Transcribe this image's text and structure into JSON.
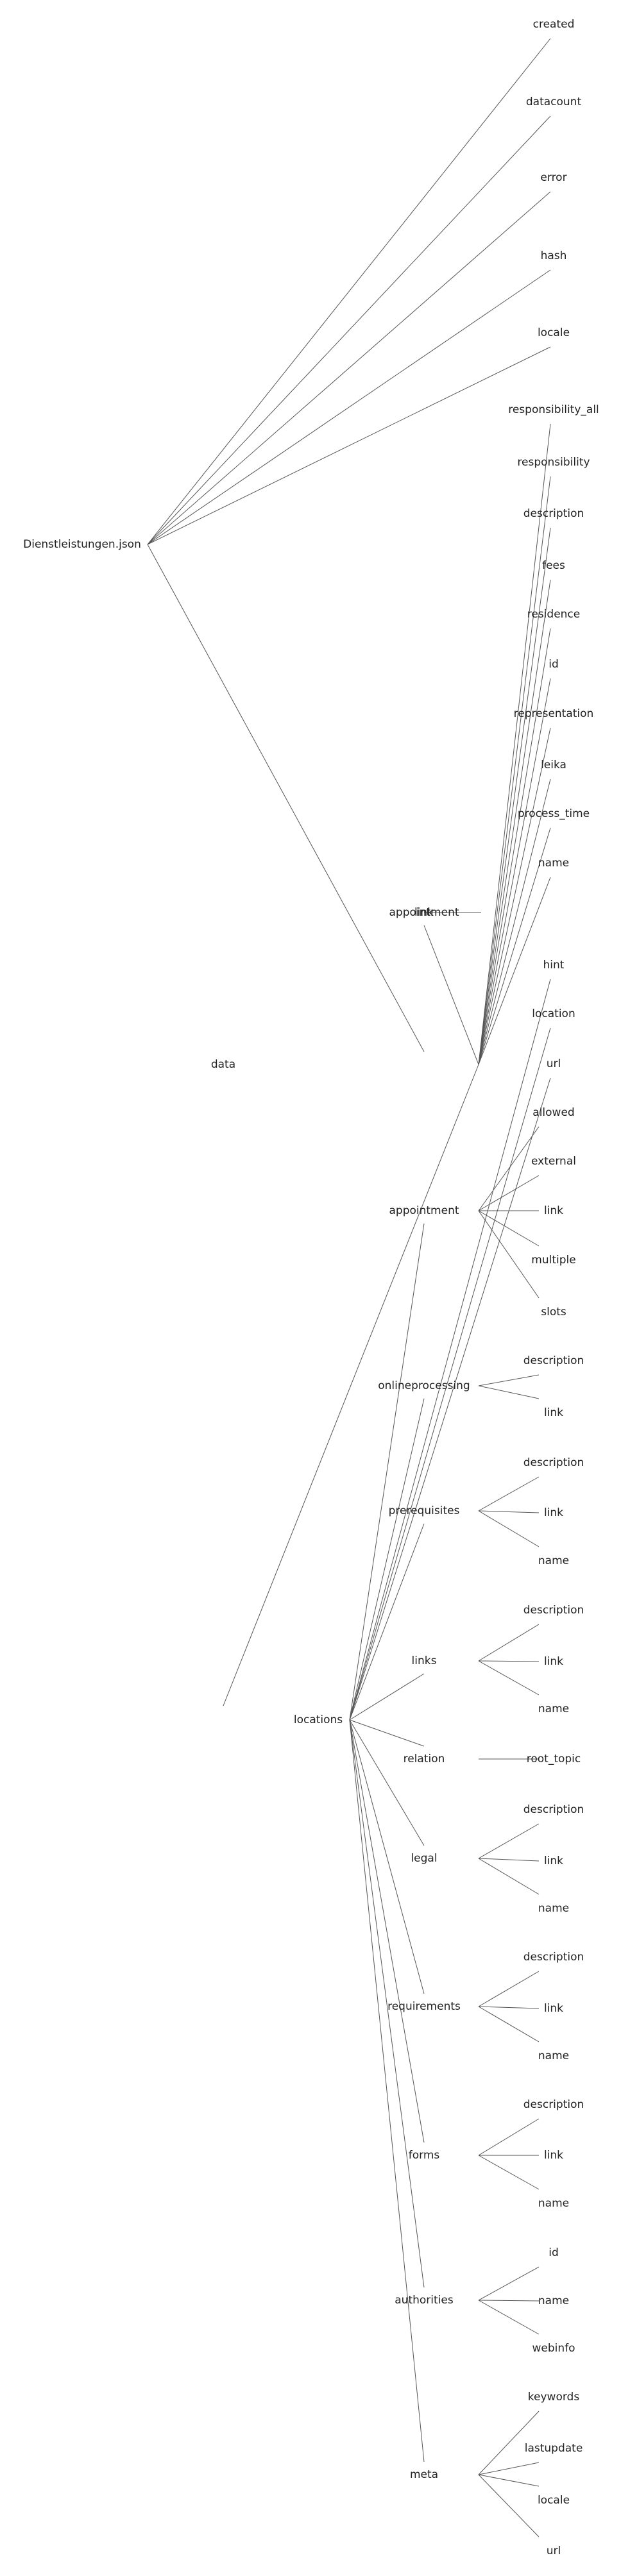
{
  "colors": {
    "edge": "#555555",
    "text": "#222222",
    "background": "#ffffff"
  },
  "tree": {
    "label": "Dienstleistungen.json",
    "children": [
      {
        "label": "created"
      },
      {
        "label": "datacount"
      },
      {
        "label": "error"
      },
      {
        "label": "hash"
      },
      {
        "label": "locale"
      },
      {
        "label": "data",
        "children": [
          {
            "label": "responsibility_all"
          },
          {
            "label": "responsibility"
          },
          {
            "label": "description"
          },
          {
            "label": "fees"
          },
          {
            "label": "residence"
          },
          {
            "label": "id"
          },
          {
            "label": "representation"
          },
          {
            "label": "leika"
          },
          {
            "label": "process_time"
          },
          {
            "label": "name"
          },
          {
            "label": "appointment",
            "children": [
              {
                "label": "link"
              }
            ]
          },
          {
            "label": "locations",
            "children": [
              {
                "label": "hint"
              },
              {
                "label": "location"
              },
              {
                "label": "url"
              },
              {
                "label": "appointment",
                "children": [
                  {
                    "label": "allowed"
                  },
                  {
                    "label": "external"
                  },
                  {
                    "label": "link"
                  },
                  {
                    "label": "multiple"
                  },
                  {
                    "label": "slots"
                  }
                ]
              },
              {
                "label": "onlineprocessing",
                "children": [
                  {
                    "label": "description"
                  },
                  {
                    "label": "link"
                  }
                ]
              },
              {
                "label": "prerequisites",
                "children": [
                  {
                    "label": "description"
                  },
                  {
                    "label": "link"
                  },
                  {
                    "label": "name"
                  }
                ]
              },
              {
                "label": "links",
                "children": [
                  {
                    "label": "description"
                  },
                  {
                    "label": "link"
                  },
                  {
                    "label": "name"
                  }
                ]
              },
              {
                "label": "relation",
                "children": [
                  {
                    "label": "root_topic"
                  }
                ]
              },
              {
                "label": "legal",
                "children": [
                  {
                    "label": "description"
                  },
                  {
                    "label": "link"
                  },
                  {
                    "label": "name"
                  }
                ]
              },
              {
                "label": "requirements",
                "children": [
                  {
                    "label": "description"
                  },
                  {
                    "label": "link"
                  },
                  {
                    "label": "name"
                  }
                ]
              },
              {
                "label": "forms",
                "children": [
                  {
                    "label": "description"
                  },
                  {
                    "label": "link"
                  },
                  {
                    "label": "name"
                  }
                ]
              },
              {
                "label": "authorities",
                "children": [
                  {
                    "label": "id"
                  },
                  {
                    "label": "name"
                  },
                  {
                    "label": "webinfo"
                  }
                ]
              },
              {
                "label": "meta",
                "children": [
                  {
                    "label": "keywords"
                  },
                  {
                    "label": "lastupdate"
                  },
                  {
                    "label": "locale"
                  },
                  {
                    "label": "url"
                  }
                ]
              }
            ]
          }
        ]
      }
    ]
  }
}
